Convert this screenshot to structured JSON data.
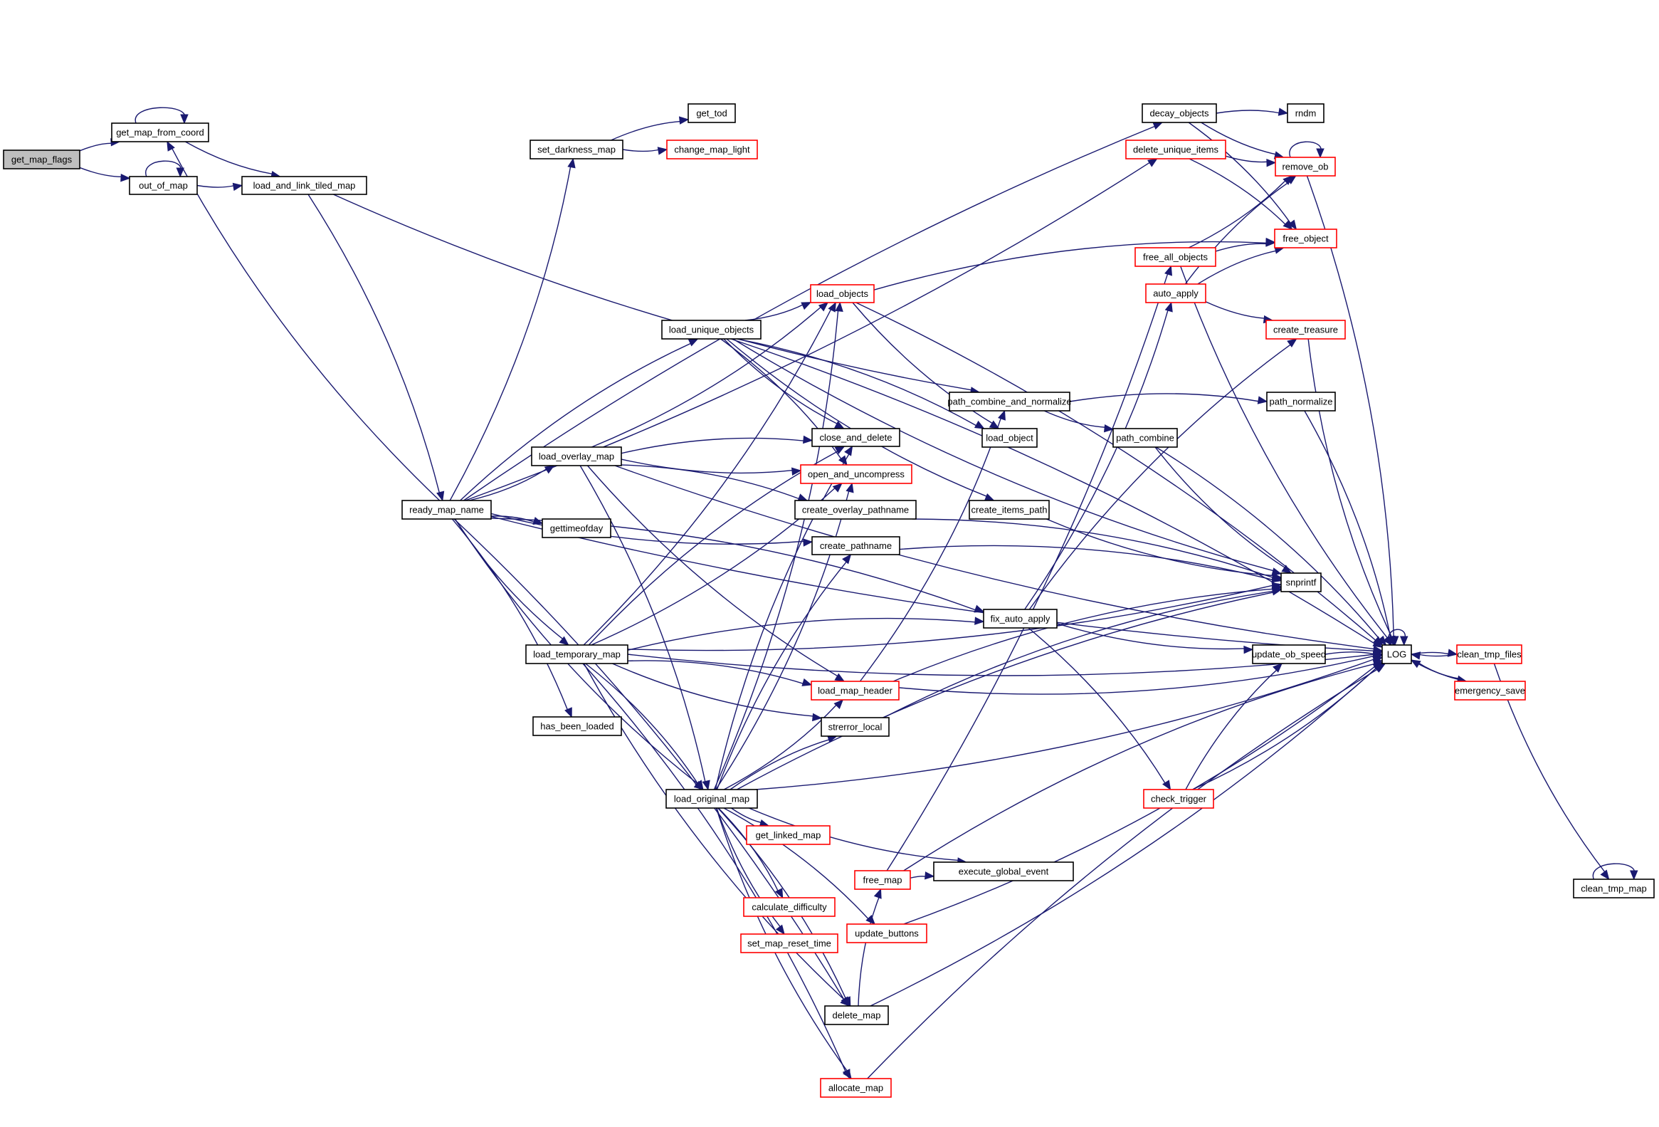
{
  "diagram": {
    "type": "call-graph",
    "root": "get_map_flags",
    "colors": {
      "edge": "#191970",
      "truncated_border": "#ff0000",
      "normal_border": "#000000",
      "root_fill": "#bfbfbf"
    },
    "nodes": [
      {
        "id": "get_map_flags",
        "label": "get_map_flags",
        "root": true
      },
      {
        "id": "get_map_from_coord",
        "label": "get_map_from_coord"
      },
      {
        "id": "out_of_map",
        "label": "out_of_map"
      },
      {
        "id": "load_and_link_tiled_map",
        "label": "load_and_link_tiled_map"
      },
      {
        "id": "ready_map_name",
        "label": "ready_map_name"
      },
      {
        "id": "set_darkness_map",
        "label": "set_darkness_map"
      },
      {
        "id": "get_tod",
        "label": "get_tod"
      },
      {
        "id": "change_map_light",
        "label": "change_map_light",
        "truncated": true
      },
      {
        "id": "decay_objects",
        "label": "decay_objects"
      },
      {
        "id": "rndm",
        "label": "rndm"
      },
      {
        "id": "delete_unique_items",
        "label": "delete_unique_items",
        "truncated": true
      },
      {
        "id": "remove_ob",
        "label": "remove_ob",
        "truncated": true
      },
      {
        "id": "free_object",
        "label": "free_object",
        "truncated": true
      },
      {
        "id": "free_all_objects",
        "label": "free_all_objects",
        "truncated": true
      },
      {
        "id": "auto_apply",
        "label": "auto_apply",
        "truncated": true
      },
      {
        "id": "create_treasure",
        "label": "create_treasure",
        "truncated": true
      },
      {
        "id": "load_objects",
        "label": "load_objects",
        "truncated": true
      },
      {
        "id": "load_unique_objects",
        "label": "load_unique_objects"
      },
      {
        "id": "path_combine_and_normalize",
        "label": "path_combine_and_normalize"
      },
      {
        "id": "path_normalize",
        "label": "path_normalize"
      },
      {
        "id": "load_object",
        "label": "load_object"
      },
      {
        "id": "path_combine",
        "label": "path_combine"
      },
      {
        "id": "load_overlay_map",
        "label": "load_overlay_map"
      },
      {
        "id": "close_and_delete",
        "label": "close_and_delete"
      },
      {
        "id": "open_and_uncompress",
        "label": "open_and_uncompress",
        "truncated": true
      },
      {
        "id": "create_overlay_pathname",
        "label": "create_overlay_pathname"
      },
      {
        "id": "create_items_path",
        "label": "create_items_path"
      },
      {
        "id": "gettimeofday",
        "label": "gettimeofday"
      },
      {
        "id": "create_pathname",
        "label": "create_pathname"
      },
      {
        "id": "snprintf",
        "label": "snprintf"
      },
      {
        "id": "fix_auto_apply",
        "label": "fix_auto_apply"
      },
      {
        "id": "load_temporary_map",
        "label": "load_temporary_map"
      },
      {
        "id": "update_ob_speed",
        "label": "update_ob_speed"
      },
      {
        "id": "LOG",
        "label": "LOG"
      },
      {
        "id": "clean_tmp_files",
        "label": "clean_tmp_files",
        "truncated": true
      },
      {
        "id": "emergency_save",
        "label": "emergency_save",
        "truncated": true
      },
      {
        "id": "load_map_header",
        "label": "load_map_header",
        "truncated": true
      },
      {
        "id": "has_been_loaded",
        "label": "has_been_loaded"
      },
      {
        "id": "strerror_local",
        "label": "strerror_local"
      },
      {
        "id": "load_original_map",
        "label": "load_original_map"
      },
      {
        "id": "check_trigger",
        "label": "check_trigger",
        "truncated": true
      },
      {
        "id": "get_linked_map",
        "label": "get_linked_map",
        "truncated": true
      },
      {
        "id": "free_map",
        "label": "free_map",
        "truncated": true
      },
      {
        "id": "execute_global_event",
        "label": "execute_global_event"
      },
      {
        "id": "clean_tmp_map",
        "label": "clean_tmp_map"
      },
      {
        "id": "calculate_difficulty",
        "label": "calculate_difficulty",
        "truncated": true
      },
      {
        "id": "update_buttons",
        "label": "update_buttons",
        "truncated": true
      },
      {
        "id": "set_map_reset_time",
        "label": "set_map_reset_time",
        "truncated": true
      },
      {
        "id": "delete_map",
        "label": "delete_map"
      },
      {
        "id": "allocate_map",
        "label": "allocate_map",
        "truncated": true
      }
    ],
    "edges": [
      [
        "get_map_flags",
        "get_map_from_coord"
      ],
      [
        "get_map_flags",
        "out_of_map"
      ],
      [
        "get_map_from_coord",
        "get_map_from_coord"
      ],
      [
        "get_map_from_coord",
        "load_and_link_tiled_map"
      ],
      [
        "out_of_map",
        "out_of_map"
      ],
      [
        "out_of_map",
        "load_and_link_tiled_map"
      ],
      [
        "load_and_link_tiled_map",
        "ready_map_name"
      ],
      [
        "load_and_link_tiled_map",
        "path_combine_and_normalize"
      ],
      [
        "ready_map_name",
        "get_map_from_coord"
      ],
      [
        "ready_map_name",
        "set_darkness_map"
      ],
      [
        "ready_map_name",
        "decay_objects"
      ],
      [
        "ready_map_name",
        "LOG"
      ],
      [
        "ready_map_name",
        "load_unique_objects"
      ],
      [
        "ready_map_name",
        "load_overlay_map"
      ],
      [
        "ready_map_name",
        "gettimeofday"
      ],
      [
        "ready_map_name",
        "create_pathname"
      ],
      [
        "ready_map_name",
        "fix_auto_apply"
      ],
      [
        "ready_map_name",
        "load_temporary_map"
      ],
      [
        "ready_map_name",
        "has_been_loaded"
      ],
      [
        "ready_map_name",
        "load_original_map"
      ],
      [
        "ready_map_name",
        "delete_map"
      ],
      [
        "ready_map_name",
        "delete_unique_items"
      ],
      [
        "set_darkness_map",
        "get_tod"
      ],
      [
        "set_darkness_map",
        "change_map_light"
      ],
      [
        "decay_objects",
        "rndm"
      ],
      [
        "decay_objects",
        "remove_ob"
      ],
      [
        "decay_objects",
        "free_object"
      ],
      [
        "delete_unique_items",
        "remove_ob"
      ],
      [
        "delete_unique_items",
        "free_object"
      ],
      [
        "remove_ob",
        "remove_ob"
      ],
      [
        "remove_ob",
        "LOG"
      ],
      [
        "free_all_objects",
        "remove_ob"
      ],
      [
        "free_all_objects",
        "free_object"
      ],
      [
        "free_all_objects",
        "LOG"
      ],
      [
        "auto_apply",
        "free_object"
      ],
      [
        "auto_apply",
        "create_treasure"
      ],
      [
        "auto_apply",
        "remove_ob"
      ],
      [
        "create_treasure",
        "LOG"
      ],
      [
        "load_objects",
        "free_object"
      ],
      [
        "load_objects",
        "load_object"
      ],
      [
        "load_objects",
        "LOG"
      ],
      [
        "load_unique_objects",
        "load_objects"
      ],
      [
        "load_unique_objects",
        "load_object"
      ],
      [
        "load_unique_objects",
        "close_and_delete"
      ],
      [
        "load_unique_objects",
        "open_and_uncompress"
      ],
      [
        "load_unique_objects",
        "create_items_path"
      ],
      [
        "load_unique_objects",
        "LOG"
      ],
      [
        "load_unique_objects",
        "snprintf"
      ],
      [
        "path_combine_and_normalize",
        "path_normalize"
      ],
      [
        "path_combine_and_normalize",
        "path_combine"
      ],
      [
        "path_normalize",
        "LOG"
      ],
      [
        "path_combine",
        "snprintf"
      ],
      [
        "path_combine",
        "LOG"
      ],
      [
        "load_overlay_map",
        "load_objects"
      ],
      [
        "load_overlay_map",
        "close_and_delete"
      ],
      [
        "load_overlay_map",
        "open_and_uncompress"
      ],
      [
        "load_overlay_map",
        "create_overlay_pathname"
      ],
      [
        "load_overlay_map",
        "load_map_header"
      ],
      [
        "load_overlay_map",
        "load_original_map"
      ],
      [
        "load_overlay_map",
        "LOG"
      ],
      [
        "create_overlay_pathname",
        "snprintf"
      ],
      [
        "create_items_path",
        "snprintf"
      ],
      [
        "create_pathname",
        "snprintf"
      ],
      [
        "fix_auto_apply",
        "auto_apply"
      ],
      [
        "fix_auto_apply",
        "create_treasure"
      ],
      [
        "fix_auto_apply",
        "update_ob_speed"
      ],
      [
        "fix_auto_apply",
        "check_trigger"
      ],
      [
        "load_temporary_map",
        "load_objects"
      ],
      [
        "load_temporary_map",
        "close_and_delete"
      ],
      [
        "load_temporary_map",
        "open_and_uncompress"
      ],
      [
        "load_temporary_map",
        "fix_auto_apply"
      ],
      [
        "load_temporary_map",
        "snprintf"
      ],
      [
        "load_temporary_map",
        "load_map_header"
      ],
      [
        "load_temporary_map",
        "strerror_local"
      ],
      [
        "load_temporary_map",
        "load_original_map"
      ],
      [
        "load_temporary_map",
        "delete_map"
      ],
      [
        "load_temporary_map",
        "allocate_map"
      ],
      [
        "load_temporary_map",
        "LOG"
      ],
      [
        "update_ob_speed",
        "LOG"
      ],
      [
        "LOG",
        "LOG"
      ],
      [
        "LOG",
        "clean_tmp_files"
      ],
      [
        "LOG",
        "emergency_save"
      ],
      [
        "clean_tmp_files",
        "LOG"
      ],
      [
        "clean_tmp_files",
        "clean_tmp_map"
      ],
      [
        "emergency_save",
        "LOG"
      ],
      [
        "load_map_header",
        "path_combine_and_normalize"
      ],
      [
        "load_map_header",
        "snprintf"
      ],
      [
        "load_map_header",
        "LOG"
      ],
      [
        "strerror_local",
        "snprintf"
      ],
      [
        "load_original_map",
        "load_objects"
      ],
      [
        "load_original_map",
        "close_and_delete"
      ],
      [
        "load_original_map",
        "open_and_uncompress"
      ],
      [
        "load_original_map",
        "create_pathname"
      ],
      [
        "load_original_map",
        "load_map_header"
      ],
      [
        "load_original_map",
        "strerror_local"
      ],
      [
        "load_original_map",
        "get_linked_map"
      ],
      [
        "load_original_map",
        "calculate_difficulty"
      ],
      [
        "load_original_map",
        "set_map_reset_time"
      ],
      [
        "load_original_map",
        "update_buttons"
      ],
      [
        "load_original_map",
        "execute_global_event"
      ],
      [
        "load_original_map",
        "delete_map"
      ],
      [
        "load_original_map",
        "allocate_map"
      ],
      [
        "load_original_map",
        "snprintf"
      ],
      [
        "load_original_map",
        "LOG"
      ],
      [
        "check_trigger",
        "update_ob_speed"
      ],
      [
        "check_trigger",
        "LOG"
      ],
      [
        "free_map",
        "execute_global_event"
      ],
      [
        "free_map",
        "free_all_objects"
      ],
      [
        "free_map",
        "LOG"
      ],
      [
        "update_buttons",
        "LOG"
      ],
      [
        "delete_map",
        "free_map"
      ],
      [
        "delete_map",
        "LOG"
      ],
      [
        "allocate_map",
        "LOG"
      ],
      [
        "clean_tmp_map",
        "clean_tmp_map"
      ]
    ]
  }
}
